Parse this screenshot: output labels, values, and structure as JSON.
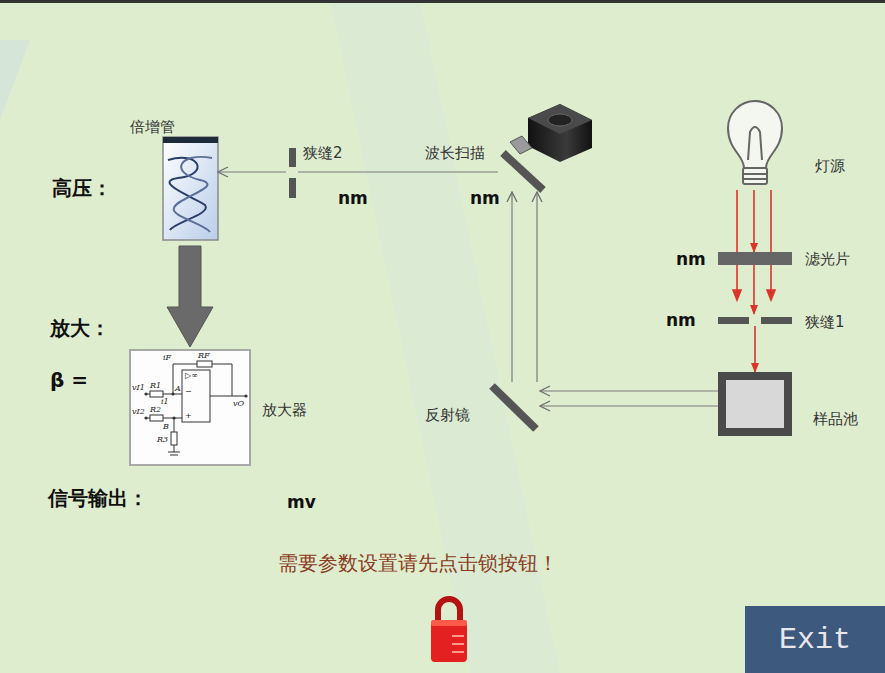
{
  "diagram": {
    "nodes": [
      {
        "text": [
          "灯源"
        ]
      },
      {
        "text": [
          "滤光片"
        ]
      },
      {
        "text": [
          "狭缝1"
        ]
      },
      {
        "text": [
          "样品池"
        ]
      },
      {
        "text": [
          "反射镜"
        ]
      },
      {
        "text": [
          "波长扫描"
        ]
      },
      {
        "text": [
          "狭缝2"
        ]
      },
      {
        "text": [
          "倍增管"
        ]
      },
      {
        "text": [
          "放大器"
        ]
      },
      {
        "text": [
          "Exit"
        ]
      }
    ],
    "edges": [
      {
        "from": 0,
        "to": 1,
        "arrow": "to"
      },
      {
        "from": 1,
        "to": 2,
        "arrow": "to"
      },
      {
        "from": 2,
        "to": 3,
        "arrow": "to"
      },
      {
        "from": 3,
        "to": 4,
        "arrow": "to"
      },
      {
        "from": 3,
        "to": 4,
        "arrow": "to"
      },
      {
        "from": 4,
        "to": 5,
        "arrow": "to"
      },
      {
        "from": 4,
        "to": 5,
        "arrow": "to"
      },
      {
        "from": 5,
        "to": 6,
        "arrow": "none"
      },
      {
        "from": 6,
        "to": 7,
        "arrow": "to"
      },
      {
        "from": 7,
        "to": 8,
        "arrow": "to"
      }
    ],
    "labels": [
      "高压：",
      "nm",
      "nm",
      "nm",
      "nm",
      "放大：",
      "β =",
      "信号输出：",
      "mv",
      "需要参数设置请先点击锁按钮！",
      "iF",
      "RF",
      "vI1",
      "R1",
      "i1",
      "A",
      "vI2",
      "R2",
      "B",
      "R3",
      "vO",
      "▷∞",
      "−",
      "+"
    ]
  }
}
